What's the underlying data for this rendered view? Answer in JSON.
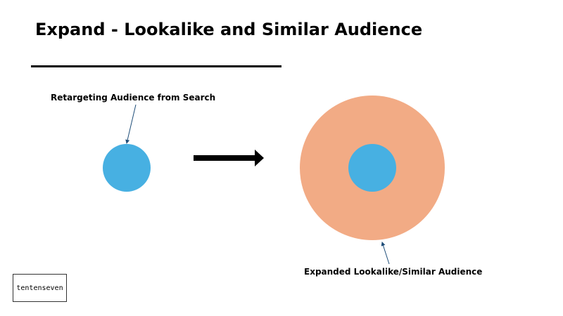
{
  "slide": {
    "title": "Expand - Lookalike and Similar Audience"
  },
  "diagram": {
    "retargeting_label": "Retargeting Audience from Search",
    "expanded_label": "Expanded Lookalike/Similar Audience"
  },
  "logo": {
    "text": "tentenseven"
  },
  "colors": {
    "audience_blue": "#47b0e2",
    "expanded_salmon": "#f2ab85",
    "arrow_pointer": "#1f4e79",
    "arrow_main": "#000000"
  }
}
